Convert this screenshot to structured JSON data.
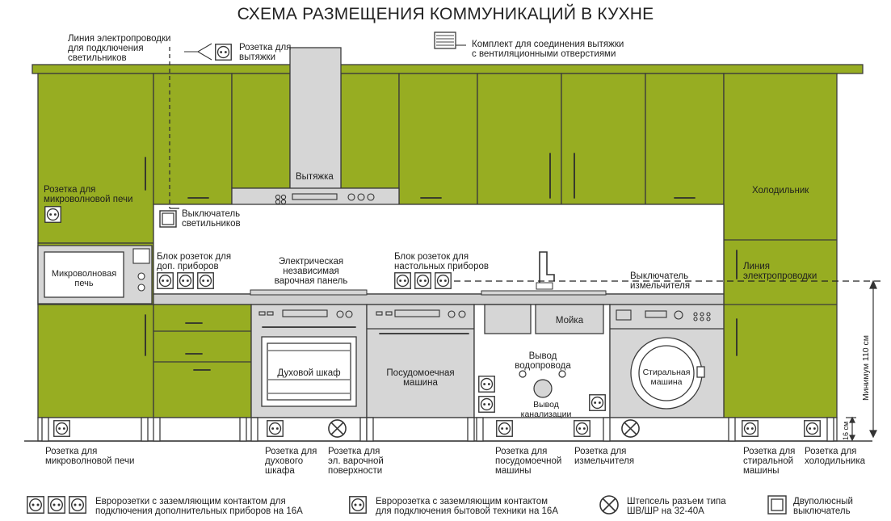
{
  "title": "СХЕМА РАЗМЕЩЕНИЯ КОММУНИКАЦИЙ В КУХНЕ",
  "colors": {
    "cabinet": "#97ad22",
    "outline": "#3b3b3b",
    "appliance": "#d6d6d6",
    "wall": "#ffffff"
  },
  "labels": {
    "light_wiring": "Линия электропроводки\nдля подключения\nсветильников",
    "hood_socket": "Розетка для\nвытяжки",
    "vent_kit": "Комплект для соединения вытяжки\nс вентиляционными отверстиями",
    "hood": "Вытяжка",
    "microwave_socket_top": "Розетка для\nмикроволновой печи",
    "light_switch": "Выключатель\nсветильников",
    "fridge": "Холодильник",
    "microwave": "Микроволновая\nпечь",
    "extra_sockets": "Блок розеток для\nдоп. приборов",
    "hob": "Электрическая\nнезависимая\nварочная панель",
    "table_sockets": "Блок розеток для\nнастольных приборов",
    "grinder_switch": "Выключатель\nизмельчителя",
    "wiring_line": "Линия\nэлектропроводки",
    "sink": "Мойка",
    "oven": "Духовой шкаф",
    "dishwasher": "Посудомоечная\nмашина",
    "water_outlet": "Вывод\nводопровода",
    "drain_outlet": "Вывод\nканализации",
    "washing_machine": "Стиральная\nмашина",
    "min_height": "Минимум 110 см",
    "height_16": "16 см"
  },
  "bottom_labels": {
    "microwave": "Розетка для\nмикроволновой печи",
    "oven": "Розетка для\nдухового\nшкафа",
    "hob": "Розетка для\nэл. варочной\nповерхности",
    "dishwasher": "Розетка для\nпосудомоечной\nмашины",
    "grinder": "Розетка для\nизмельчителя",
    "washer": "Розетка для\nстиральной\nмашины",
    "fridge": "Розетка для\nхолодильника"
  },
  "legend": {
    "triple": "Евророзетки с заземляющим контактом для\nподключения дополнительных приборов на 16А",
    "single": "Евророзетка с заземляющим контактом\nдля подключения бытовой техники на 16А",
    "plug": "Штепсель разъем типа\nШВ/ШР на 32-40А",
    "switch": "Двуполюсный\nвыключатель"
  }
}
